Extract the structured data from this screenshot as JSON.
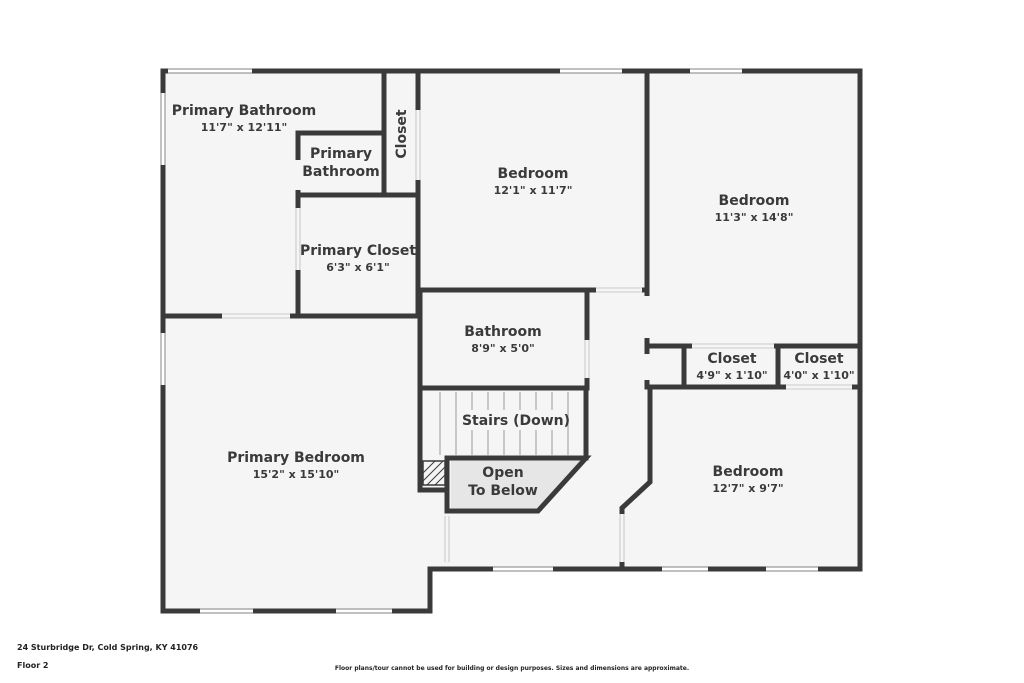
{
  "rooms": {
    "primary_bathroom": {
      "name": "Primary Bathroom",
      "dims": "11'7\" x 12'11\""
    },
    "primary_bathroom_inner": {
      "name_line1": "Primary",
      "name_line2": "Bathroom"
    },
    "closet_vertical": {
      "name": "Closet"
    },
    "bedroom_1": {
      "name": "Bedroom",
      "dims": "12'1\" x 11'7\""
    },
    "bedroom_2": {
      "name": "Bedroom",
      "dims": "11'3\" x 14'8\""
    },
    "primary_closet": {
      "name": "Primary Closet",
      "dims": "6'3\" x 6'1\""
    },
    "bathroom": {
      "name": "Bathroom",
      "dims": "8'9\" x 5'0\""
    },
    "closet_1": {
      "name": "Closet",
      "dims": "4'9\" x 1'10\""
    },
    "closet_2": {
      "name": "Closet",
      "dims": "4'0\" x 1'10\""
    },
    "stairs": {
      "name": "Stairs (Down)"
    },
    "open_to_below": {
      "name_line1": "Open",
      "name_line2": "To Below"
    },
    "primary_bedroom": {
      "name": "Primary Bedroom",
      "dims": "15'2\" x 15'10\""
    },
    "bedroom_3": {
      "name": "Bedroom",
      "dims": "12'7\" x 9'7\""
    }
  },
  "footer": {
    "address": "24 Sturbridge Dr, Cold Spring, KY 41076",
    "floor": "Floor 2",
    "disclaimer": "Floor plans/tour cannot be used for building or design purposes. Sizes and dimensions are approximate."
  },
  "colors": {
    "wall": "#3a3a3a",
    "floor": "#f5f5f5",
    "window": "#ffffff",
    "open_below": "#e6e6e6"
  }
}
